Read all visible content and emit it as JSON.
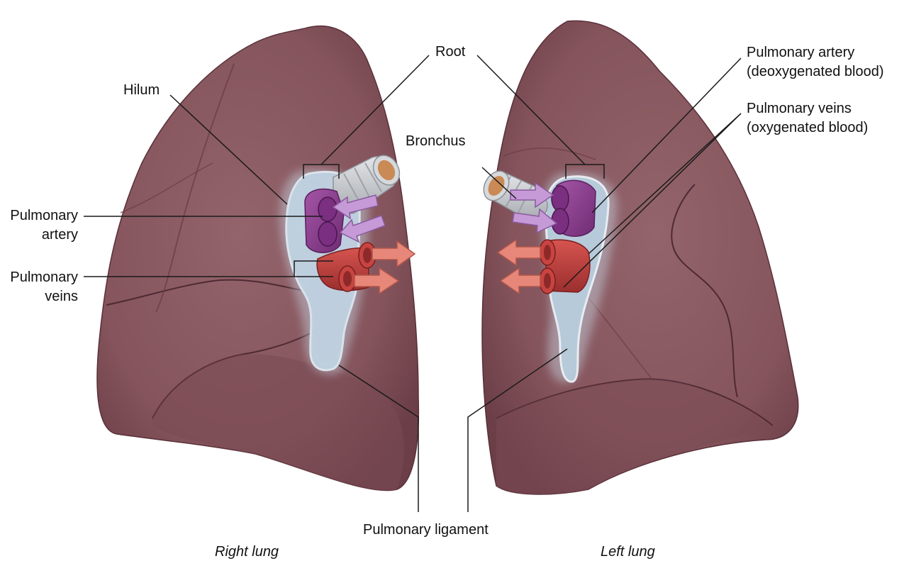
{
  "labels": {
    "root": "Root",
    "hilum": "Hilum",
    "bronchus": "Bronchus",
    "pulmonary_artery_right": [
      "Pulmonary",
      "artery"
    ],
    "pulmonary_veins_right": [
      "Pulmonary",
      "veins"
    ],
    "pulmonary_artery_left": [
      "Pulmonary artery",
      "(deoxygenated blood)"
    ],
    "pulmonary_veins_left": [
      "Pulmonary veins",
      "(oxygenated blood)"
    ],
    "pulmonary_ligament": "Pulmonary ligament",
    "right_lung": "Right lung",
    "left_lung": "Left lung"
  },
  "colors": {
    "lung_fill": "#8a5a62",
    "lung_shadow": "#6e4049",
    "lung_fissure": "#4f2a33",
    "pleura_blue": "#b9cfe0",
    "artery_purple": "#8a3f8e",
    "arrow_lilac": "#c59ad6",
    "vein_red": "#c0413f",
    "arrow_salmon": "#e6877a",
    "bronchus_gray": "#c9ccd0",
    "bronchus_inner": "#c98a56"
  },
  "icons": {
    "artery_arrow": "arrow-right-icon",
    "vein_arrow": "arrow-right-icon"
  }
}
